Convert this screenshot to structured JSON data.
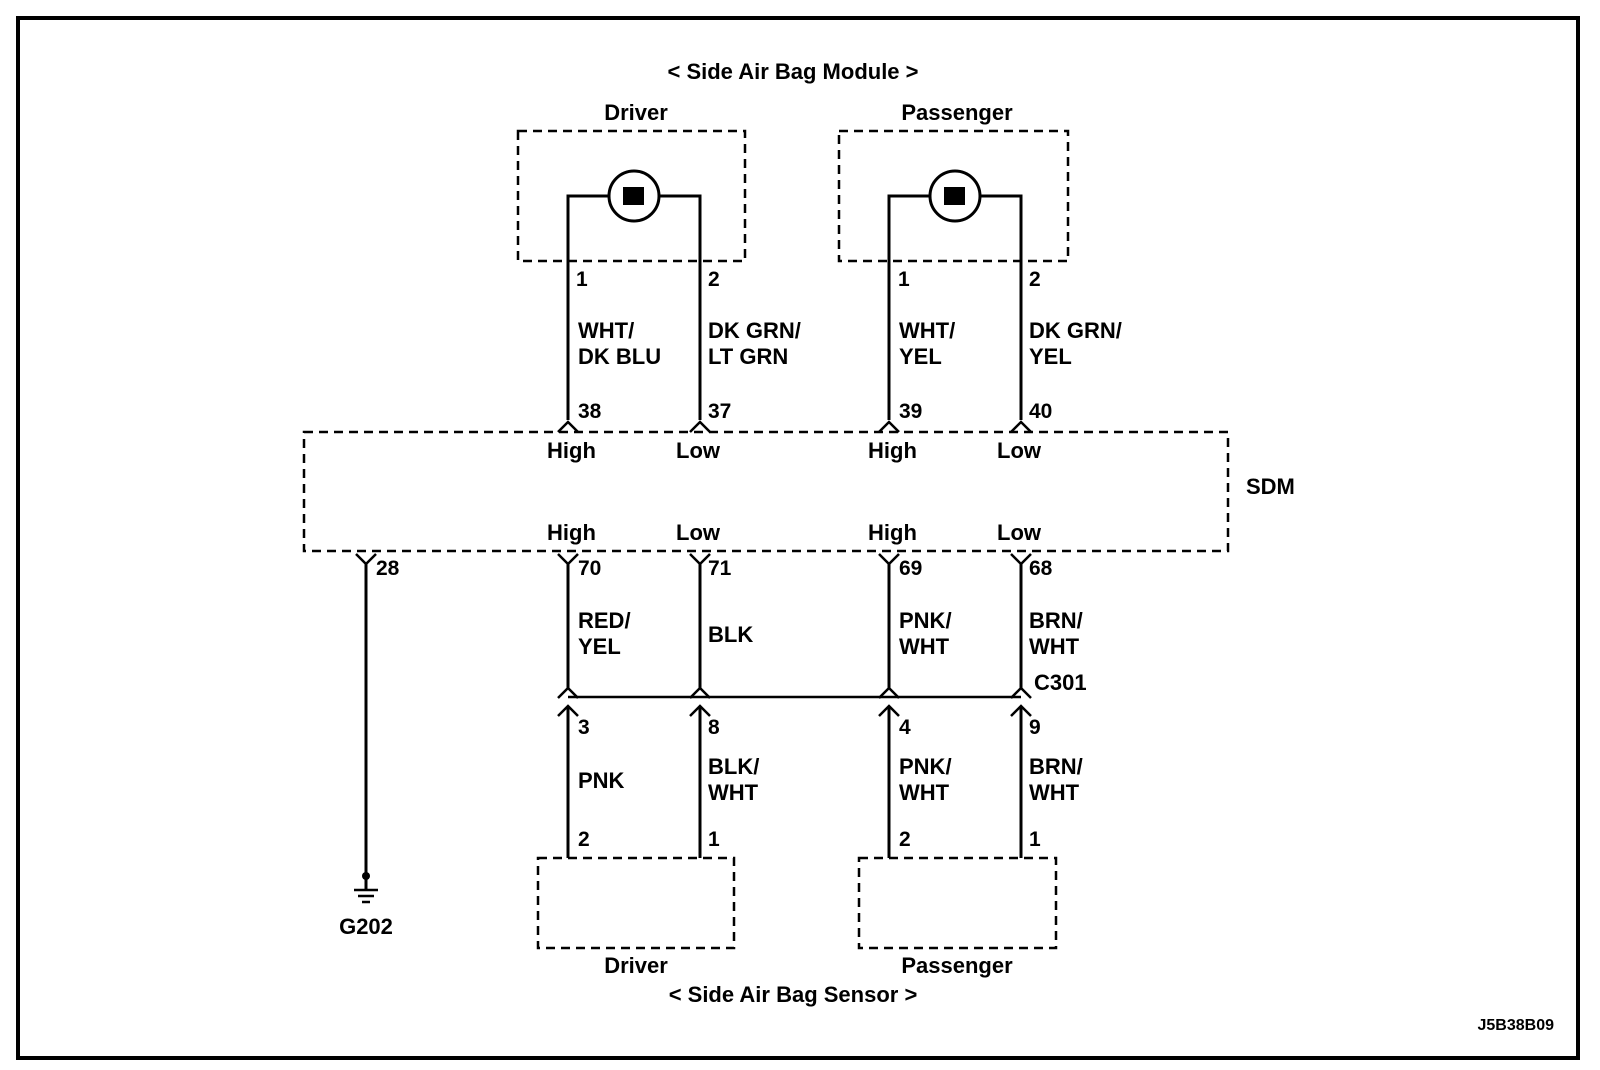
{
  "diagram": {
    "title_top": "< Side Air Bag Module >",
    "title_bottom": "< Side Air Bag Sensor >",
    "code": "J5B38B09",
    "sdm_label": "SDM",
    "ground_label": "G202",
    "ground_pin": "28",
    "connector_label": "C301",
    "modules": [
      {
        "name": "Driver",
        "pin_a": "1",
        "pin_b": "2",
        "wire_a_1": "WHT/",
        "wire_a_2": "DK BLU",
        "wire_b_1": "DK GRN/",
        "wire_b_2": "LT GRN",
        "sdm_pin_a": "38",
        "sdm_pin_b": "37"
      },
      {
        "name": "Passenger",
        "pin_a": "1",
        "pin_b": "2",
        "wire_a_1": "WHT/",
        "wire_a_2": "YEL",
        "wire_b_1": "DK GRN/",
        "wire_b_2": "YEL",
        "sdm_pin_a": "39",
        "sdm_pin_b": "40"
      }
    ],
    "sdm_top_terms": [
      "High",
      "Low",
      "High",
      "Low"
    ],
    "sdm_bottom_terms": [
      "High",
      "Low",
      "High",
      "Low"
    ],
    "sdm_bottom_pins": [
      "70",
      "71",
      "69",
      "68"
    ],
    "upper_wires": [
      {
        "l1": "RED/",
        "l2": "YEL"
      },
      {
        "l1": "BLK",
        "l2": ""
      },
      {
        "l1": "PNK/",
        "l2": "WHT"
      },
      {
        "l1": "BRN/",
        "l2": "WHT"
      }
    ],
    "c301_pins": [
      "3",
      "8",
      "4",
      "9"
    ],
    "lower_wires": [
      {
        "l1": "PNK",
        "l2": ""
      },
      {
        "l1": "BLK/",
        "l2": "WHT"
      },
      {
        "l1": "PNK/",
        "l2": "WHT"
      },
      {
        "l1": "BRN/",
        "l2": "WHT"
      }
    ],
    "sensors": [
      {
        "name": "Driver",
        "pin_a": "2",
        "pin_b": "1"
      },
      {
        "name": "Passenger",
        "pin_a": "2",
        "pin_b": "1"
      }
    ]
  }
}
